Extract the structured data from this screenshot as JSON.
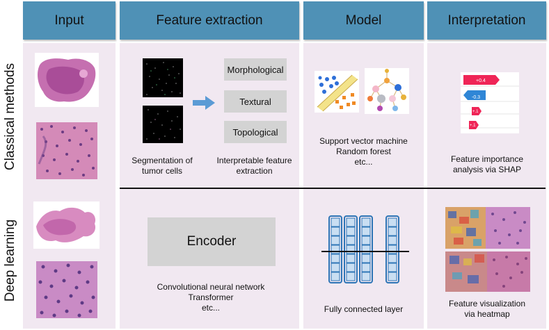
{
  "headers": {
    "input": "Input",
    "feature_extraction": "Feature extraction",
    "model": "Model",
    "interpretation": "Interpretation"
  },
  "rows": {
    "classical": "Classical methods",
    "deep": "Deep learning"
  },
  "classical": {
    "feature_boxes": [
      "Morphological",
      "Textural",
      "Topological"
    ],
    "segmentation_caption": [
      "Segmentation of",
      "tumor cells"
    ],
    "interpretable_caption": [
      "Interpretable feature",
      "extraction"
    ],
    "model_caption": [
      "Support vector machine",
      "Random forest",
      "etc..."
    ],
    "shap_bars": [
      "+0.4",
      "-0.3",
      "+.1",
      "+.1"
    ],
    "interpretation_caption": [
      "Feature importance",
      "analysis via SHAP"
    ]
  },
  "deep": {
    "encoder_label": "Encoder",
    "encoder_caption": [
      "Convolutional neural network",
      "Transformer",
      "etc..."
    ],
    "model_caption": "Fully connected layer",
    "interpretation_caption": [
      "Feature visualization",
      "via heatmap"
    ]
  },
  "colors": {
    "header": "#4f91b6",
    "panel": "#f1e8f1",
    "arrow": "#5b9bd5",
    "shap_positive": "#ef2557",
    "shap_negative": "#2f86d6",
    "nn_node": "#c9def2",
    "nn_stroke": "#2e75b6",
    "tissue": "#c56fb0"
  }
}
